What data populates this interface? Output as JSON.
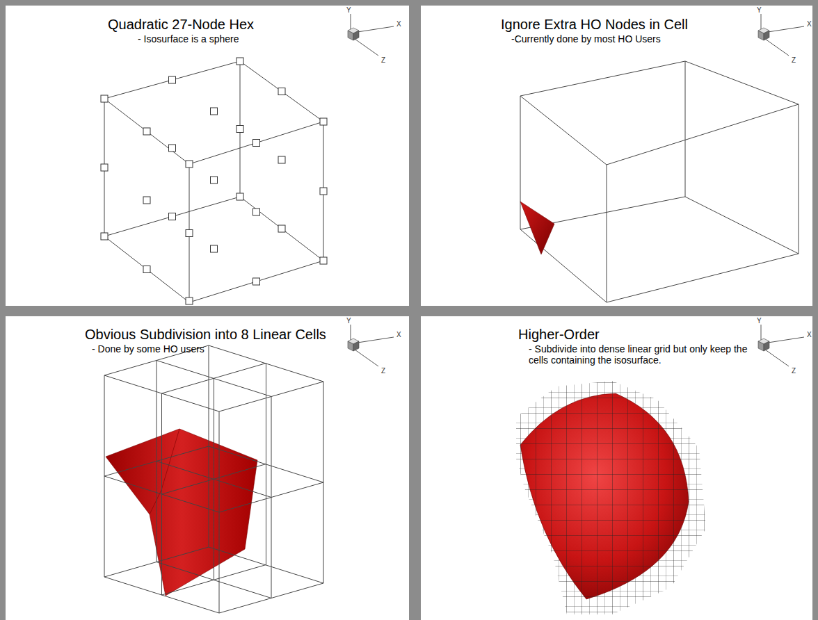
{
  "diagram": {
    "nodes": [
      {
        "text": [
          "Quadratic 27-Node Hex",
          "- Isosurface is a sphere"
        ]
      },
      {
        "text": [
          "Ignore Extra HO Nodes in Cell",
          "-Currently done by most HO Users"
        ]
      },
      {
        "text": [
          "Obvious Subdivision into 8 Linear Cells",
          "- Done by some HO users"
        ]
      },
      {
        "text": [
          "Higher-Order",
          "- Subdivide into dense linear grid but only keep the cells containing the isosurface."
        ]
      }
    ],
    "labels": [
      "Y",
      "X",
      "Z",
      "Y",
      "X",
      "Z",
      "Y",
      "X",
      "Z",
      "Y",
      "X",
      "Z"
    ]
  }
}
